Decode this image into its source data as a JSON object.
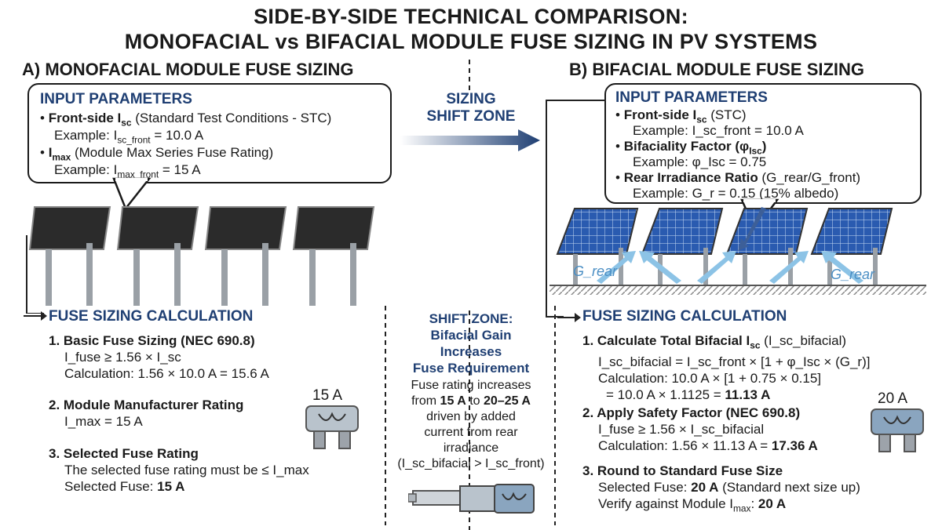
{
  "title": {
    "line1": "SIDE-BY-SIDE TECHNICAL COMPARISON:",
    "line2": "MONOFACIAL vs BIFACIAL MODULE FUSE SIZING IN PV SYSTEMS"
  },
  "left": {
    "heading": "A) MONOFACIAL MODULE FUSE SIZING",
    "inputs": {
      "title": "INPUT PARAMETERS",
      "p1_label": "Front-side I",
      "p1_sub": "sc",
      "p1_desc": " (Standard Test Conditions - STC)",
      "p1_example_pre": "Example: I",
      "p1_example_sub": "sc_front",
      "p1_example_val": " = 10.0 A",
      "p2_label": "I",
      "p2_sub": "max",
      "p2_desc": " (Module Max Series Fuse Rating)",
      "p2_example_pre": "Example: I",
      "p2_example_sub": "max_front",
      "p2_example_val": " = 15 A"
    },
    "calc": {
      "title": "FUSE SIZING CALCULATION",
      "s1_title": "1. Basic Fuse Sizing (NEC 690.8)",
      "s1_formula": "I_fuse ≥ 1.56 × I_sc",
      "s1_calc": "Calculation: 1.56 × 10.0 A = 15.6 A",
      "s2_title": "2. Module Manufacturer Rating",
      "s2_line": "I_max = 15 A",
      "s3_title": "3. Selected Fuse Rating",
      "s3_line": "The selected fuse rating must be ≤ I_max",
      "s3_selected_label": "Selected Fuse: ",
      "s3_selected_value": "15 A"
    },
    "fuse_label": "15 A"
  },
  "middle": {
    "zone_title_1": "SIZING",
    "zone_title_2": "SHIFT ZONE",
    "shift_title_1": "SHIFT ZONE:",
    "shift_title_2": "Bifacial Gain",
    "shift_title_3": "Increases",
    "shift_title_4": "Fuse Requirement",
    "shift_text_1": "Fuse rating increases",
    "shift_text_2_pre": "from ",
    "shift_text_2_a": "15 A",
    "shift_text_2_mid": " to ",
    "shift_text_2_b": "20–25 A",
    "shift_text_3": "driven by added",
    "shift_text_4": "current from rear",
    "shift_text_5": "irradiance",
    "shift_text_6": "(I_sc_bifacial > I_sc_front)"
  },
  "right": {
    "heading": "B) BIFACIAL MODULE FUSE SIZING",
    "inputs": {
      "title": "INPUT PARAMETERS",
      "p1_label": "Front-side I",
      "p1_sub": "sc",
      "p1_desc": " (STC)",
      "p1_example": "Example: I_sc_front = 10.0 A",
      "p2_label": "Bifaciality Factor (φ",
      "p2_sub": "Isc",
      "p2_end": ")",
      "p2_example": "Example: φ_Isc = 0.75",
      "p3_label": "Rear Irradiance Ratio",
      "p3_desc": " (G_rear/G_front)",
      "p3_example": "Example: G_r = 0.15 (15% albedo)"
    },
    "g_rear_left": "G_rear",
    "g_rear_right": "G_rear",
    "calc": {
      "title": "FUSE SIZING CALCULATION",
      "s1_title": "1. Calculate Total Bifacial I",
      "s1_title_sub": "sc",
      "s1_title_paren": " (I_sc_bifacial)",
      "s1_formula": "I_sc_bifacial = I_sc_front × [1 + φ_Isc × (G_r)]",
      "s1_calc_a": "Calculation: 10.0 A × [1 + 0.75 × 0.15]",
      "s1_calc_b_pre": "= 10.0 A × 1.1125 = ",
      "s1_calc_b_val": "11.13 A",
      "s2_title": "2. Apply Safety Factor (NEC 690.8)",
      "s2_formula": "I_fuse ≥ 1.56 × I_sc_bifacial",
      "s2_calc_pre": "Calculation: 1.56 × 11.13 A = ",
      "s2_calc_val": "17.36 A",
      "s3_title": "3. Round to Standard Fuse Size",
      "s3_sel_pre": "Selected Fuse: ",
      "s3_sel_val": "20 A",
      "s3_sel_post": " (Standard next size up)",
      "s3_verify_pre": "Verify against Module I",
      "s3_verify_sub": "max",
      "s3_verify_mid": ": ",
      "s3_verify_val": "20 A"
    },
    "fuse_label": "20 A"
  },
  "colors": {
    "accent_blue": "#1f3f73",
    "arrow_light": "#8cc3e6",
    "panel_dark": "#2b2b2b",
    "panel_blue": "#2a5bb0"
  }
}
